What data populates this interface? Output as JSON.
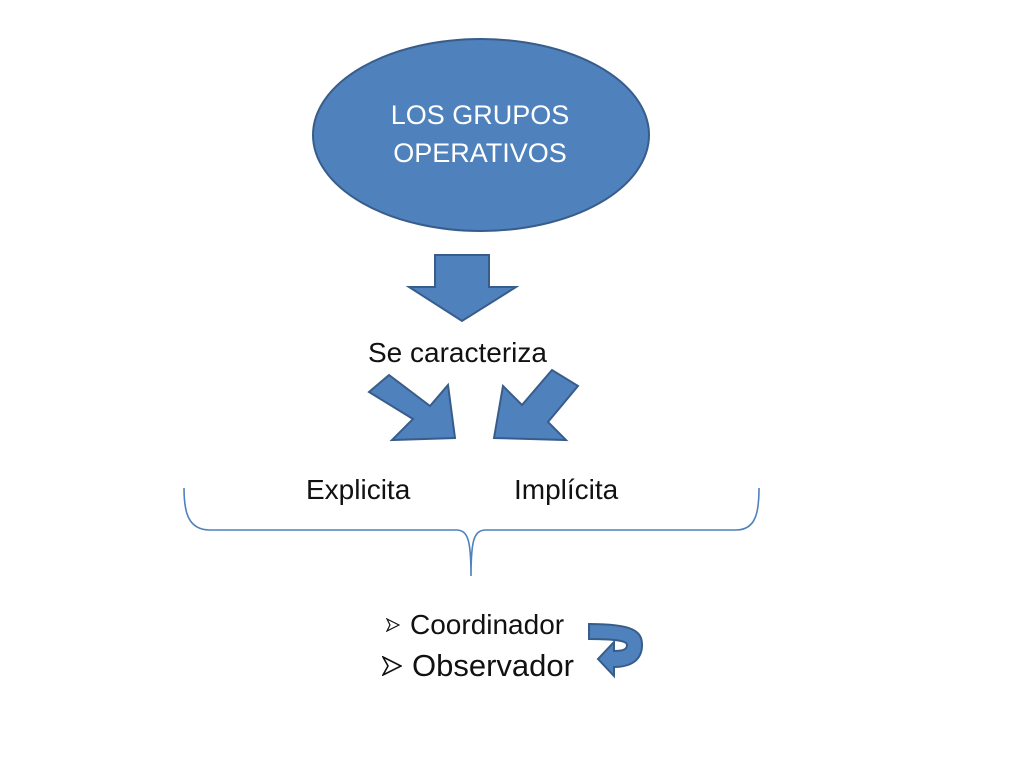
{
  "diagram": {
    "root": {
      "lines": [
        "LOS GRUPOS",
        "OPERATIVOS"
      ]
    },
    "connector_label": "Se caracteriza",
    "branches": [
      {
        "label": "Explicita"
      },
      {
        "label": "Implícita"
      }
    ],
    "list": [
      {
        "label": "Coordinador"
      },
      {
        "label": "Observador"
      }
    ]
  },
  "colors": {
    "fill": "#4f81bd",
    "stroke": "#385d8a",
    "text_on_fill": "#ffffff",
    "text": "#111111"
  },
  "icons": {
    "bullet": "arrowhead-bullet-icon",
    "cycle": "curved-u-turn-arrow-icon"
  }
}
